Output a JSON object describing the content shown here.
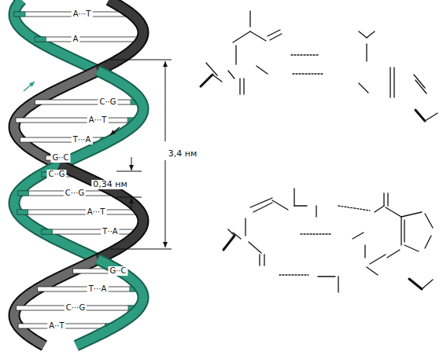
{
  "diagram": {
    "labels": [
      "A···T",
      "A",
      "C··G",
      "A···T",
      "T···A",
      "G··C",
      "C··G",
      "C···G",
      "A···T",
      "T··A",
      "G··C",
      "T···A",
      "C···G",
      "A··T",
      "3,4 нм",
      "0,34 нм"
    ]
  }
}
